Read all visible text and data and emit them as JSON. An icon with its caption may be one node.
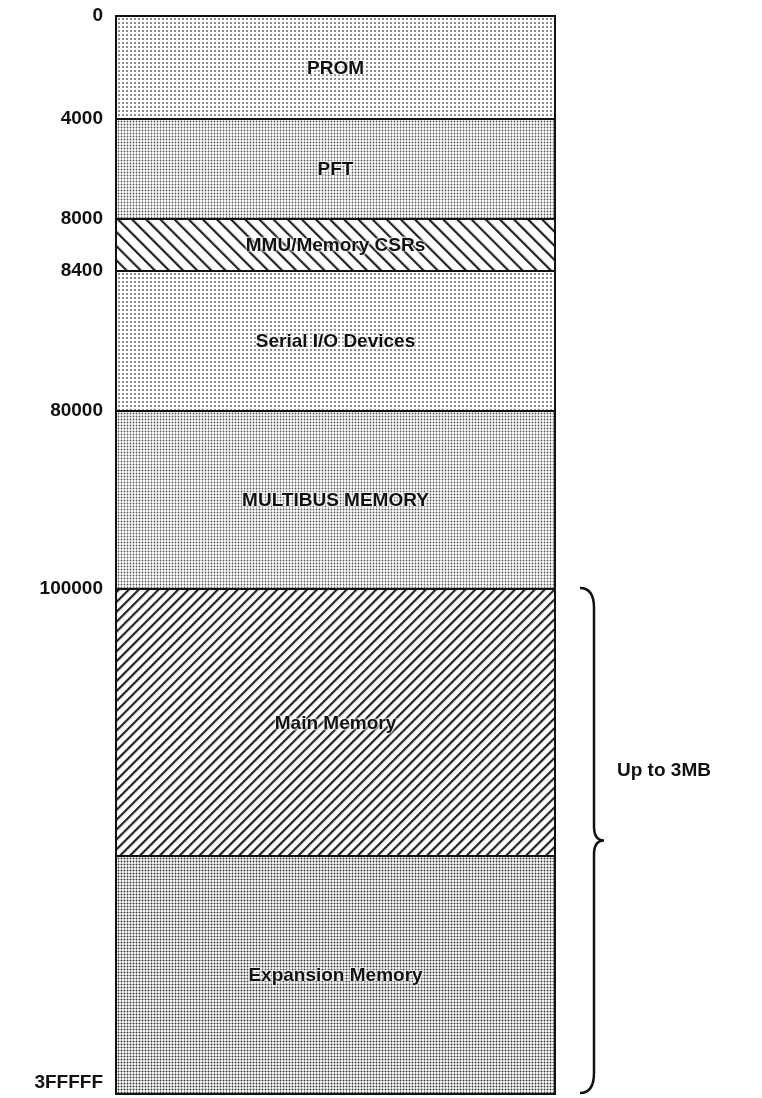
{
  "diagram": {
    "nodes": [
      {
        "text": [
          "PROM"
        ]
      },
      {
        "text": [
          "PFT"
        ]
      },
      {
        "text": [
          "MMU/Memory CSRs"
        ]
      },
      {
        "text": [
          "Serial I/O Devices"
        ]
      },
      {
        "text": [
          "MULTIBUS MEMORY"
        ]
      },
      {
        "text": [
          "Main Memory"
        ]
      },
      {
        "text": [
          "Expansion Memory"
        ]
      }
    ],
    "labels": [
      "0",
      "4000",
      "8000",
      "8400",
      "80000",
      "100000",
      "Up to 3MB",
      "3FFFFF"
    ]
  }
}
